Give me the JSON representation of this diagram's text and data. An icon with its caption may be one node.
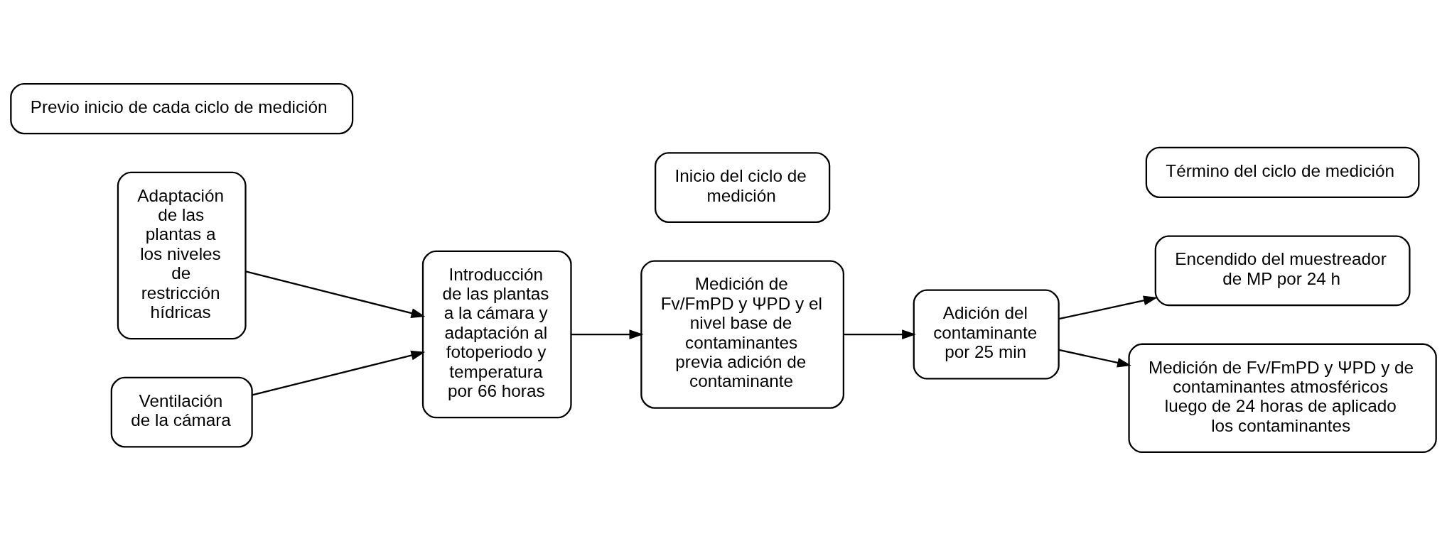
{
  "diagram": {
    "nodes": [
      {
        "text": [
          "Previo inicio de cada ciclo de medición"
        ]
      },
      {
        "text": [
          "Inicio del ciclo de medición"
        ]
      },
      {
        "text": [
          "Término del ciclo de medición"
        ]
      },
      {
        "text": [
          "Adaptación de las plantas a los niveles de restricción hídricas"
        ]
      },
      {
        "text": [
          "Ventilación de la cámara"
        ]
      },
      {
        "text": [
          "Introducción de las plantas a la cámara y adaptación al fotoperiodo y temperatura por 66 horas"
        ]
      },
      {
        "text": [
          "Medición de Fv/FmPD y ΨPD y el nivel base de contaminantes previa adición de contaminante"
        ]
      },
      {
        "text": [
          "Adición del contaminante por 25 min"
        ]
      },
      {
        "text": [
          "Encendido del muestreador de MP por 24 h"
        ]
      },
      {
        "text": [
          "Medición de Fv/FmPD y ΨPD y de contaminantes atmosféricos luego de 24 horas de aplicado los contaminantes"
        ]
      }
    ],
    "edges": [
      {
        "from": 3,
        "to": 5,
        "arrow": "to"
      },
      {
        "from": 4,
        "to": 5,
        "arrow": "to"
      },
      {
        "from": 5,
        "to": 6,
        "arrow": "to"
      },
      {
        "from": 6,
        "to": 7,
        "arrow": "to"
      },
      {
        "from": 7,
        "to": 8,
        "arrow": "to"
      },
      {
        "from": 7,
        "to": 9,
        "arrow": "to"
      }
    ]
  }
}
